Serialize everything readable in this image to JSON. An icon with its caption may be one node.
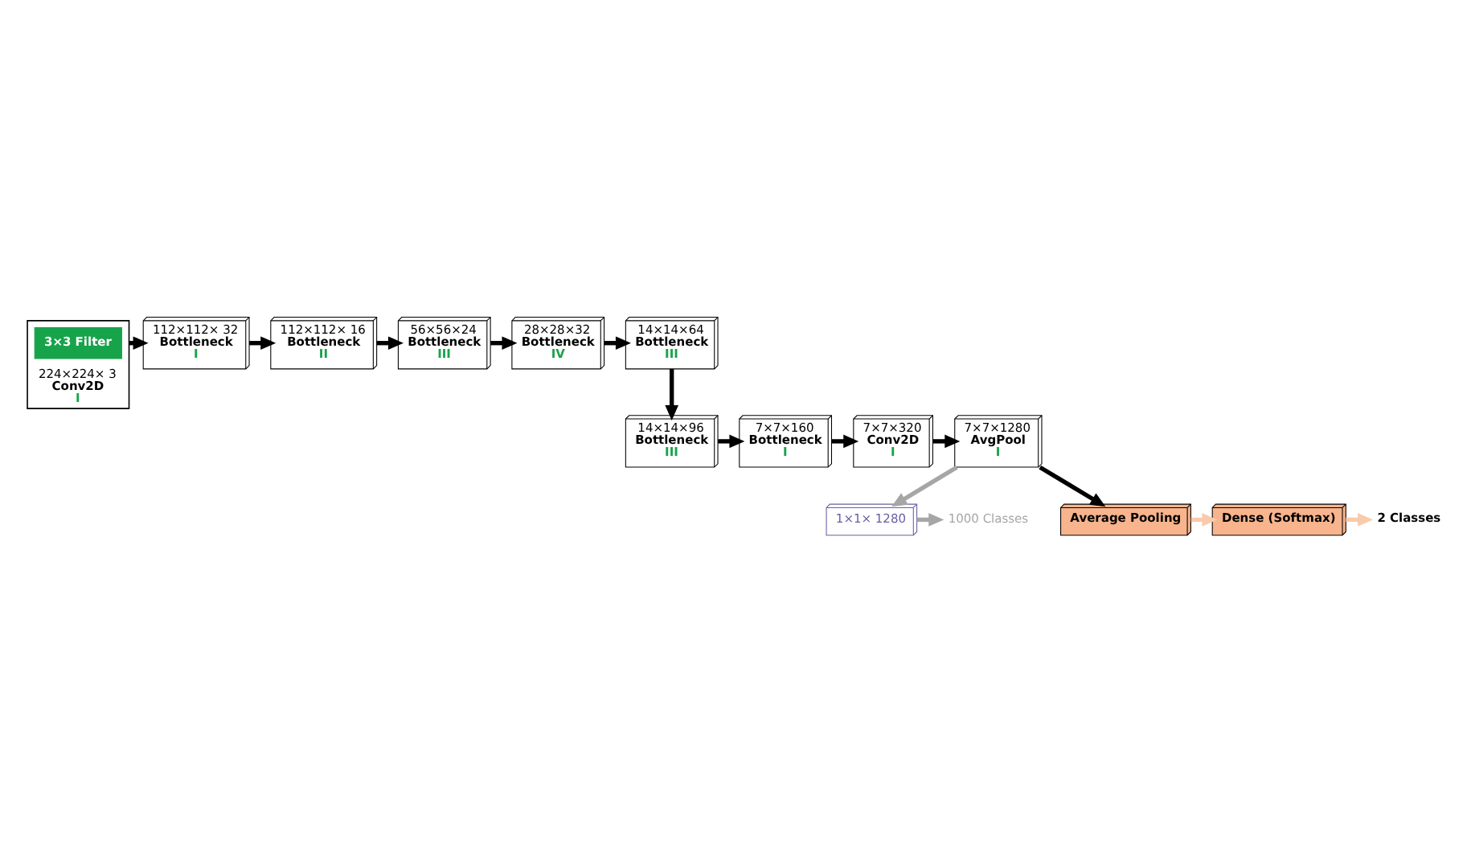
{
  "diagram": {
    "nodes": [
      {
        "text": [
          "224×224× 3",
          "Conv2D",
          "I"
        ]
      },
      {
        "text": [
          "3×3 Filter"
        ],
        "in": 0
      },
      {
        "text": [
          "112×112× 32",
          "Bottleneck",
          "I"
        ]
      },
      {
        "text": [
          "112×112× 16",
          "Bottleneck",
          "II"
        ]
      },
      {
        "text": [
          "56×56×24",
          "Bottleneck",
          "III"
        ]
      },
      {
        "text": [
          "28×28×32",
          "Bottleneck",
          "IV"
        ]
      },
      {
        "text": [
          "14×14×64",
          "Bottleneck",
          "III"
        ]
      },
      {
        "text": [
          "14×14×96",
          "Bottleneck",
          "III"
        ]
      },
      {
        "text": [
          "7×7×160",
          "Bottleneck",
          "I"
        ]
      },
      {
        "text": [
          "7×7×320",
          "Conv2D",
          "I"
        ]
      },
      {
        "text": [
          "7×7×1280",
          "AvgPool",
          "I"
        ]
      },
      {
        "text": [
          "1×1× 1280"
        ]
      },
      {
        "text": [
          "1000 Classes"
        ]
      },
      {
        "text": [
          "Average Pooling"
        ]
      },
      {
        "text": [
          "Dense (Softmax)"
        ]
      },
      {
        "text": [
          "2 Classes"
        ]
      }
    ],
    "edges": [
      {
        "from": 0,
        "to": 2,
        "arrow": "to"
      },
      {
        "from": 2,
        "to": 3,
        "arrow": "to"
      },
      {
        "from": 3,
        "to": 4,
        "arrow": "to"
      },
      {
        "from": 4,
        "to": 5,
        "arrow": "to"
      },
      {
        "from": 5,
        "to": 6,
        "arrow": "to"
      },
      {
        "from": 6,
        "to": 7,
        "arrow": "to"
      },
      {
        "from": 7,
        "to": 8,
        "arrow": "to"
      },
      {
        "from": 8,
        "to": 9,
        "arrow": "to"
      },
      {
        "from": 9,
        "to": 10,
        "arrow": "to"
      },
      {
        "from": 10,
        "to": 11,
        "arrow": "to",
        "color": "#a6a6a6"
      },
      {
        "from": 11,
        "to": 12,
        "arrow": "to",
        "color": "#a6a6a6"
      },
      {
        "from": 10,
        "to": 13,
        "arrow": "to"
      },
      {
        "from": 13,
        "to": 14,
        "arrow": "to",
        "color": "#f8cbad"
      },
      {
        "from": 14,
        "to": 15,
        "arrow": "to",
        "color": "#f8cbad"
      }
    ]
  }
}
